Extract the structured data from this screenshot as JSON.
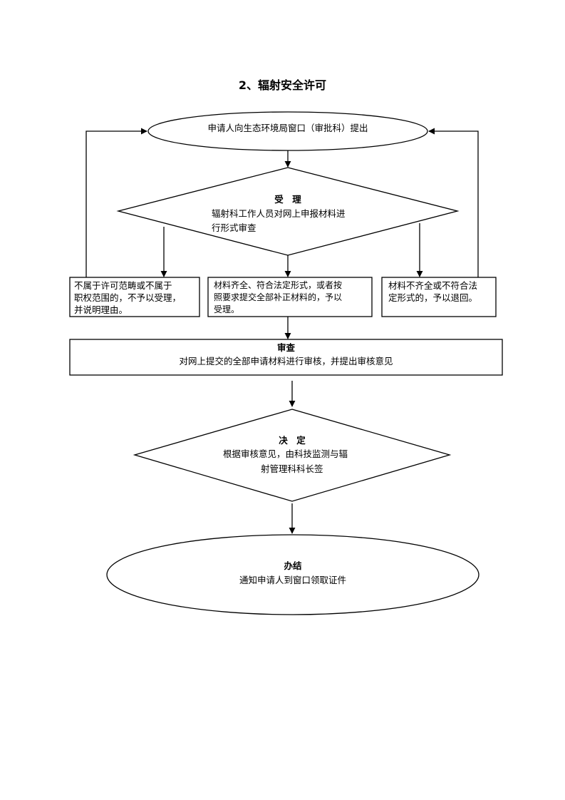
{
  "title": "2、辐射安全许可",
  "nodes": {
    "submit": {
      "text": "申请人向生态环境局窗口（审批科）提出"
    },
    "accept": {
      "heading": "受　理",
      "text_line1": "辐射科工作人员对网上申报材料进",
      "text_line2": "行形式审查"
    },
    "reject_scope": {
      "line1": "不属于许可范畴或不属于",
      "line2": "职权范围的，不予以受理，",
      "line3": "并说明理由。"
    },
    "accept_ok": {
      "line1": "材料齐全、符合法定形式，或者按",
      "line2": "照要求提交全部补正材料的，予以",
      "line3": "受理。"
    },
    "return_docs": {
      "line1": "材料不齐全或不符合法",
      "line2": "定形式的，予以退回。"
    },
    "review": {
      "heading": "审查",
      "text": "对网上提交的全部申请材料进行审核，并提出审核意见"
    },
    "decide": {
      "heading": "决　定",
      "text_line1": "根据审核意见，由科技监测与辐",
      "text_line2": "射管理科科长签"
    },
    "finish": {
      "heading": "办结",
      "text": "通知申请人到窗口领取证件"
    }
  }
}
